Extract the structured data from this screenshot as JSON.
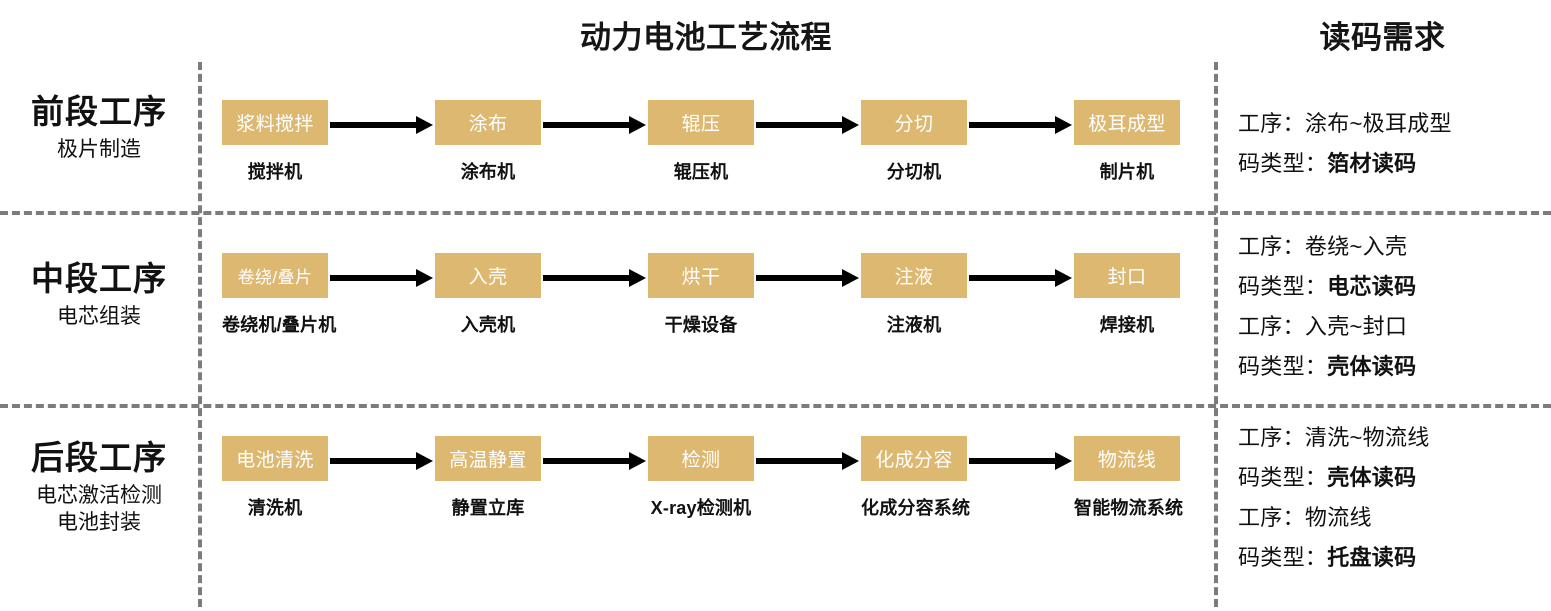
{
  "headers": {
    "process_title": "动力电池工艺流程",
    "demand_title": "读码需求"
  },
  "colors": {
    "node_fill": "#DDB871",
    "divider": "#7C7C7C",
    "arrow": "#000000",
    "text": "#111111",
    "node_text": "#FFFFFF",
    "background": "#FFFFFF"
  },
  "rows": [
    {
      "stage_title": "前段工序",
      "stage_sub": "极片制造",
      "nodes": [
        {
          "name": "浆料搅拌",
          "caption": "搅拌机"
        },
        {
          "name": "涂布",
          "caption": "涂布机"
        },
        {
          "name": "辊压",
          "caption": "辊压机"
        },
        {
          "name": "分切",
          "caption": "分切机"
        },
        {
          "name": "极耳成型",
          "caption": "制片机"
        }
      ],
      "requirements": [
        {
          "label": "工序：",
          "value": "涂布~极耳成型",
          "bold": false
        },
        {
          "label": "码类型：",
          "value": "箔材读码",
          "bold": true
        }
      ]
    },
    {
      "stage_title": "中段工序",
      "stage_sub": "电芯组装",
      "nodes": [
        {
          "name": "卷绕/叠片",
          "caption": "卷绕机/叠片机"
        },
        {
          "name": "入壳",
          "caption": "入壳机"
        },
        {
          "name": "烘干",
          "caption": "干燥设备"
        },
        {
          "name": "注液",
          "caption": "注液机"
        },
        {
          "name": "封口",
          "caption": "焊接机"
        }
      ],
      "requirements": [
        {
          "label": "工序：",
          "value": "卷绕~入壳",
          "bold": false
        },
        {
          "label": "码类型：",
          "value": "电芯读码",
          "bold": true
        },
        {
          "label": "工序：",
          "value": "入壳~封口",
          "bold": false
        },
        {
          "label": "码类型：",
          "value": "壳体读码",
          "bold": true
        }
      ]
    },
    {
      "stage_title": "后段工序",
      "stage_sub": "电芯激活检测\n电池封装",
      "nodes": [
        {
          "name": "电池清洗",
          "caption": "清洗机"
        },
        {
          "name": "高温静置",
          "caption": "静置立库"
        },
        {
          "name": "检测",
          "caption": "X-ray检测机"
        },
        {
          "name": "化成分容",
          "caption": "化成分容系统"
        },
        {
          "name": "物流线",
          "caption": "智能物流系统"
        }
      ],
      "requirements": [
        {
          "label": "工序：",
          "value": "清洗~物流线",
          "bold": false
        },
        {
          "label": "码类型：",
          "value": "壳体读码",
          "bold": true
        },
        {
          "label": "工序：",
          "value": "物流线",
          "bold": false
        },
        {
          "label": "码类型：",
          "value": "托盘读码",
          "bold": true
        }
      ]
    }
  ]
}
